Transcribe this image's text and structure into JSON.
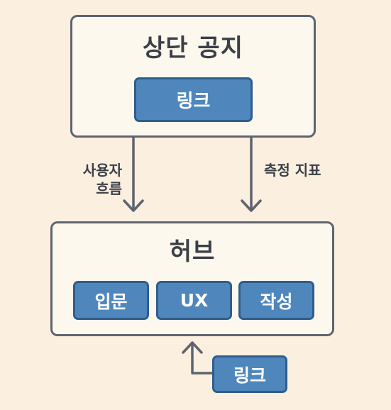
{
  "colors": {
    "background": "#fbefe0",
    "card_fill": "#fdf8ee",
    "card_border": "#5e6470",
    "chip_fill": "#4f87bd",
    "chip_border": "#2f5d8c",
    "arrow": "#5e6470"
  },
  "top_notice": {
    "title": "상단 공지",
    "link": "링크"
  },
  "edges": {
    "left_line1": "사용자",
    "left_line2": "흐름",
    "right": "측정 지표"
  },
  "hub": {
    "title": "허브",
    "items": [
      "입문",
      "UX",
      "작성"
    ]
  },
  "bottom_link": "링크"
}
